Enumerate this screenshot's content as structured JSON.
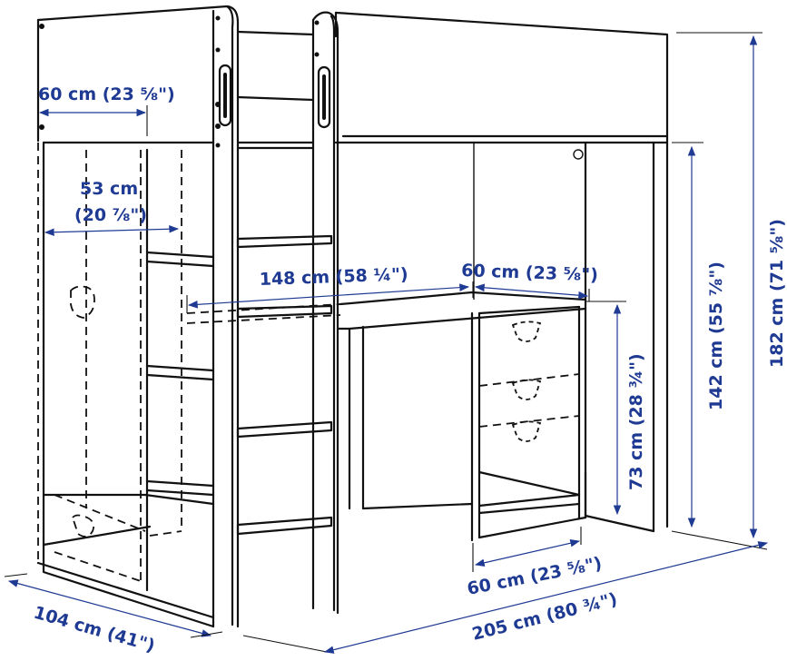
{
  "diagram": {
    "subject": "Loft bed with desk, wardrobe, shelves and ladder",
    "line_color": "#111111",
    "dimension_color": "#1f3a93",
    "background": "#ffffff"
  },
  "dimensions": {
    "wardrobe_depth": {
      "label": "60 cm (23 ⅝\")",
      "value_cm": 60,
      "value_in": "23 5/8"
    },
    "wardrobe_inner_width": {
      "label_line1": "53 cm",
      "label_line2": "(20 ⅞\")",
      "value_cm": 53,
      "value_in": "20 7/8"
    },
    "desk_width": {
      "label": "148 cm (58 ¼\")",
      "value_cm": 148,
      "value_in": "58 1/4"
    },
    "desk_depth": {
      "label": "60 cm (23 ⅝\")",
      "value_cm": 60,
      "value_in": "23 5/8"
    },
    "desk_height": {
      "label": "73 cm (28 ¾\")",
      "value_cm": 73,
      "value_in": "28 3/4"
    },
    "bed_underside_height": {
      "label": "142 cm (55 ⅞\")",
      "value_cm": 142,
      "value_in": "55 7/8"
    },
    "total_height": {
      "label": "182 cm (71 ⅝\")",
      "value_cm": 182,
      "value_in": "71 5/8"
    },
    "drawer_unit_depth": {
      "label": "60 cm (23 ⅝\")",
      "value_cm": 60,
      "value_in": "23 5/8"
    },
    "total_width": {
      "label": "104 cm (41\")",
      "value_cm": 104,
      "value_in": "41"
    },
    "total_length": {
      "label": "205 cm (80 ¾\")",
      "value_cm": 205,
      "value_in": "80 3/4"
    }
  },
  "components": [
    "headboard-panel",
    "ladder",
    "wardrobe",
    "open-shelves",
    "desk",
    "drawer-unit",
    "bed-frame",
    "footboard-panel"
  ]
}
